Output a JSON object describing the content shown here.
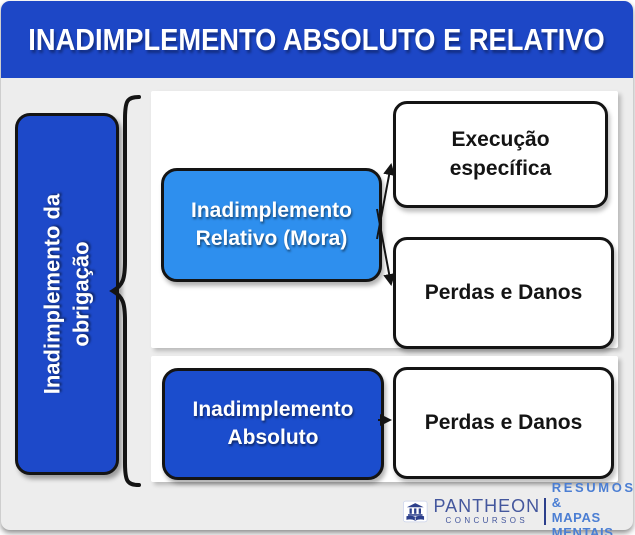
{
  "colors": {
    "primary_blue": "#1d47c6",
    "root_blue": "#1d49c9",
    "absoluto_blue": "#1b4dcd",
    "relativo_blue": "#2e8fee",
    "background_gray": "#ededed",
    "panel_white": "#ffffff",
    "outline_black": "#141414",
    "logo_navy": "#2c3f8c",
    "logo_blue": "#4b7ed3"
  },
  "header": {
    "title": "INADIMPLEMENTO ABSOLUTO E RELATIVO"
  },
  "diagram": {
    "root": {
      "label": "Inadimplemento da obrigação"
    },
    "branches": [
      {
        "node": {
          "label": "Inadimplemento Relativo (Mora)"
        },
        "children": [
          {
            "label": "Execução específica"
          },
          {
            "label": "Perdas e Danos"
          }
        ]
      },
      {
        "node": {
          "label": "Inadimplemento Absoluto"
        },
        "children": [
          {
            "label": "Perdas e Danos"
          }
        ]
      }
    ]
  },
  "footer": {
    "brand": "PANTHEON",
    "brand_subtitle": "CONCURSOS",
    "tagline_line1": "RESUMOS &",
    "tagline_line2": "MAPAS MENTAIS"
  }
}
